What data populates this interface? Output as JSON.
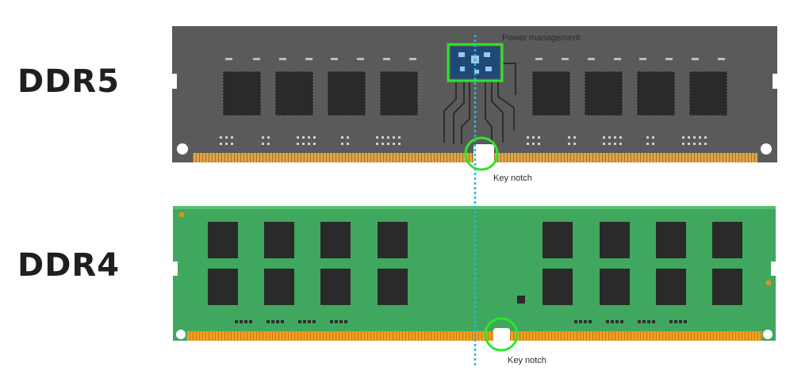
{
  "modules": {
    "ddr5": {
      "label": "DDR5",
      "power_label": "Power management",
      "notch_label": "Key notch"
    },
    "ddr4": {
      "label": "DDR4",
      "notch_label": "Key notch"
    }
  },
  "colors": {
    "ddr5_pcb": "#5a5a5a",
    "ddr4_pcb": "#3fa85e",
    "chip": "#2a2a2a",
    "contacts": "#d39a3a",
    "highlight": "#2ee62e",
    "guide_line": "#27b8d8"
  },
  "icons": [
    "dotted-alignment-line",
    "key-notch-highlight-circle",
    "pmic-highlight-box"
  ]
}
